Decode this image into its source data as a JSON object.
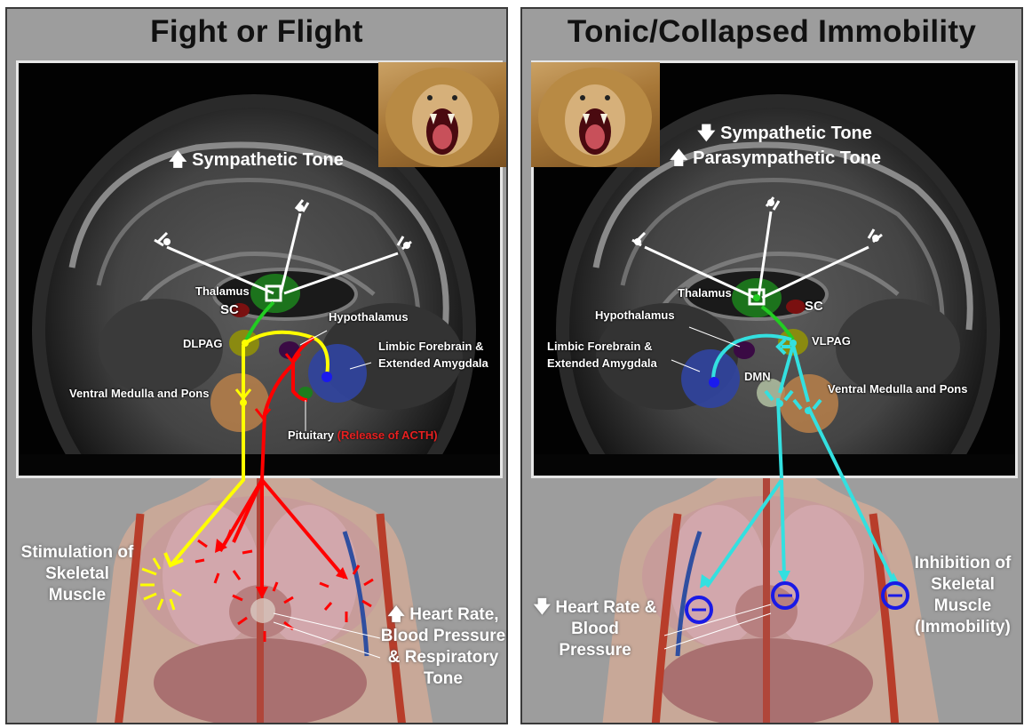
{
  "left_panel": {
    "title": "Fight or Flight",
    "tone": "Sympathetic Tone",
    "tone_arrow": "🡅",
    "labels": {
      "thalamus": "Thalamus",
      "sc": "SC",
      "hypothalamus": "Hypothalamus",
      "dlpag": "DLPAG",
      "limbic": "Limbic Forebrain &",
      "limbic2": "Extended Amygdala",
      "ventral": "Ventral Medulla and Pons",
      "pituitary": "Pituitary",
      "acth": "(Release of ACTH)"
    },
    "outcomes": {
      "skeletal": "Stimulation of Skeletal Muscle",
      "heart_arrow": "🡅",
      "heart": "Heart Rate, Blood Pressure & Respiratory Tone"
    }
  },
  "right_panel": {
    "title": "Tonic/Collapsed Immobility",
    "tone1_arrow": "🡇",
    "tone1": "Sympathetic Tone",
    "tone2_arrow": "🡅",
    "tone2": "Parasympathetic Tone",
    "labels": {
      "thalamus": "Thalamus",
      "sc": "SC",
      "hypothalamus": "Hypothalamus",
      "vlpag": "VLPAG",
      "limbic": "Limbic Forebrain &",
      "limbic2": "Extended Amygdala",
      "dmn": "DMN",
      "ventral": "Ventral Medulla and Pons"
    },
    "outcomes": {
      "heart_arrow": "🡇",
      "heart": "Heart Rate & Blood Pressure",
      "skeletal": "Inhibition of Skeletal Muscle (Immobility)"
    }
  },
  "colors": {
    "yellow": "#ffff00",
    "red": "#ff0000",
    "green": "#22cc22",
    "cyan": "#33e0e0",
    "white": "#ffffff",
    "inhibit": "#1a1ae6"
  }
}
